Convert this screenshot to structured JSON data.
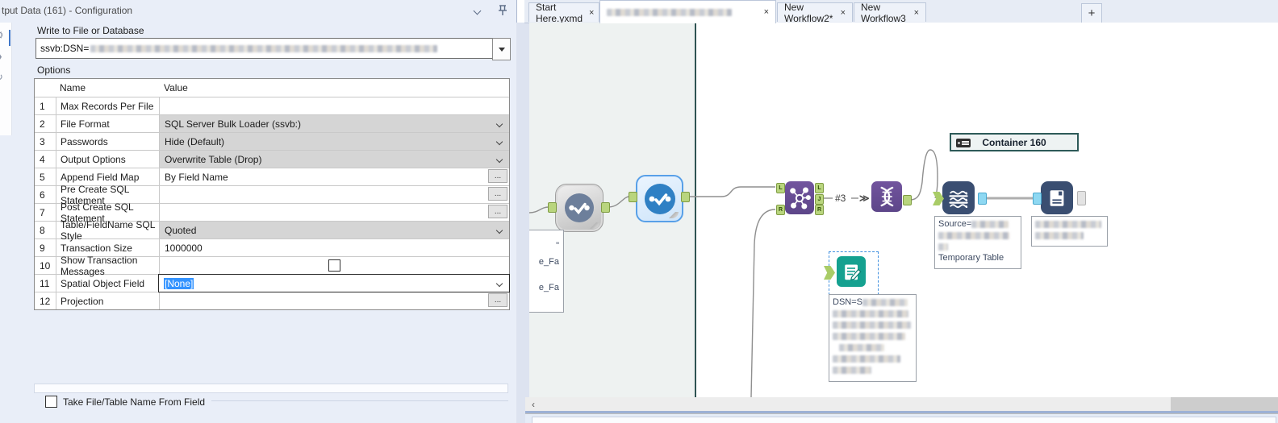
{
  "icons": {
    "close": "×",
    "new_tab": "+",
    "ellipsis": "...",
    "scroll_left": "‹",
    "wireless": "≫"
  },
  "config_panel": {
    "title": "tput Data (161) - Configuration",
    "field_label": "Write to File or Database",
    "field_value_prefix": "ssvb:DSN=",
    "options_label": "Options",
    "table": {
      "col_name": "Name",
      "col_value": "Value",
      "rows": [
        {
          "num": "1",
          "name": "Max Records Per File",
          "value": ""
        },
        {
          "num": "2",
          "name": "File Format",
          "value": "SQL Server Bulk Loader (ssvb:)"
        },
        {
          "num": "3",
          "name": "Passwords",
          "value": "Hide (Default)"
        },
        {
          "num": "4",
          "name": "Output Options",
          "value": "Overwrite Table (Drop)"
        },
        {
          "num": "5",
          "name": "Append Field Map",
          "value": "By Field Name"
        },
        {
          "num": "6",
          "name": "Pre Create SQL Statement",
          "value": ""
        },
        {
          "num": "7",
          "name": "Post Create SQL Statement",
          "value": ""
        },
        {
          "num": "8",
          "name": "Table/FieldName SQL Style",
          "value": "Quoted"
        },
        {
          "num": "9",
          "name": "Transaction Size",
          "value": "1000000"
        },
        {
          "num": "10",
          "name": "Show Transaction Messages",
          "value": ""
        },
        {
          "num": "11",
          "name": "Spatial Object Field",
          "value": "[None]"
        },
        {
          "num": "12",
          "name": "Projection",
          "value": ""
        }
      ]
    },
    "bottom_checkbox_label": "Take File/Table Name From Field"
  },
  "tabs": [
    {
      "label": "Start Here.yxmd"
    },
    {
      "label": ""
    },
    {
      "label": "New Workflow2*"
    },
    {
      "label": "New Workflow3"
    }
  ],
  "canvas": {
    "container_header": "Container 160",
    "connection_label": "#3",
    "join_anchors": {
      "in": [
        "L",
        "R"
      ],
      "out": [
        "L",
        "J",
        "R"
      ]
    },
    "annotations": {
      "source_prefix": "Source=",
      "source_last_line": "Temporary Table",
      "dsn_prefix": "DSN=S",
      "left_partial": [
        "\"",
        "e_Fa",
        "e_Fa"
      ]
    }
  },
  "colors": {
    "panel_bg": "#e9eef8",
    "container_border": "#2f5453",
    "join_purple": "#6a549e",
    "indb_navy": "#3a4e71",
    "output_teal": "#15a190",
    "anchor_green": "#b9d57e",
    "anchor_blue": "#8ed8f2",
    "selection_blue": "#3393ff"
  }
}
